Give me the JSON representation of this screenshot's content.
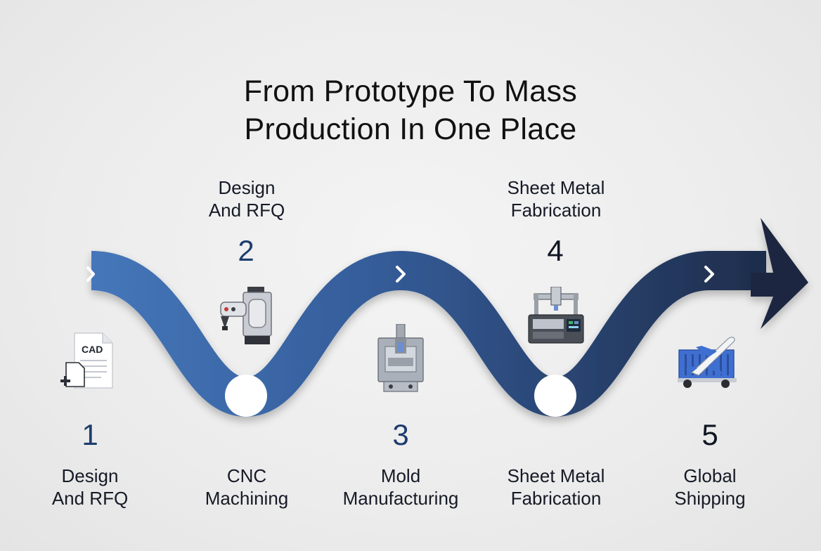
{
  "title": {
    "line1": "From Prototype To Mass",
    "line2": "Production In One Place"
  },
  "colors": {
    "wave_start": "#4a7fc4",
    "wave_end": "#1b2640",
    "number_blue": "#1e3d6e",
    "number_dark": "#0f1522"
  },
  "top_labels": [
    {
      "line1": "Design",
      "line2": "And RFQ"
    },
    {
      "line1": "Sheet Metal",
      "line2": "Fabrication"
    }
  ],
  "top_numbers": [
    "2",
    "4"
  ],
  "bottom_numbers": [
    "1",
    "3",
    "5"
  ],
  "bottom_labels": [
    {
      "line1": "Design",
      "line2": "And RFQ"
    },
    {
      "line1": "CNC",
      "line2": "Machining"
    },
    {
      "line1": "Mold",
      "line2": "Manufacturing"
    },
    {
      "line1": "Sheet Metal",
      "line2": "Fabrication"
    },
    {
      "line1": "Global",
      "line2": "Shipping"
    }
  ],
  "icons": {
    "cad_file": {
      "name": "cad-file-icon",
      "text": "CAD"
    },
    "cnc": {
      "name": "cnc-machine-icon"
    },
    "mold": {
      "name": "mold-icon"
    },
    "sheet_metal": {
      "name": "sheet-metal-machine-icon"
    },
    "shipping": {
      "name": "plane-truck-icon"
    }
  }
}
